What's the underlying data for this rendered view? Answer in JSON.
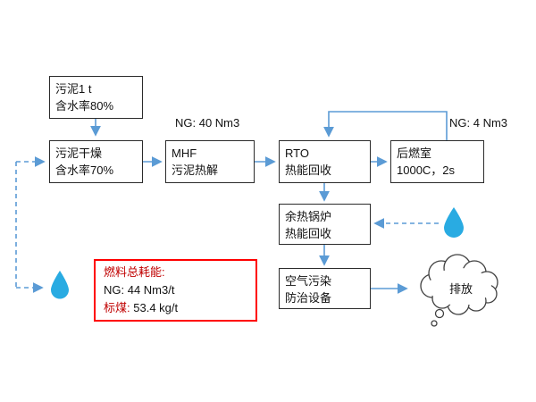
{
  "diagram": {
    "boxes": {
      "sludge_input": {
        "line1": "污泥1 t",
        "line2": "含水率80%"
      },
      "sludge_drying": {
        "line1": "污泥干燥",
        "line2": "含水率70%"
      },
      "mhf": {
        "line1": "MHF",
        "line2": "污泥热解"
      },
      "rto": {
        "line1": "RTO",
        "line2": "热能回收"
      },
      "afterburner": {
        "line1": "后燃室",
        "line2": "1000C，2s"
      },
      "waste_heat_boiler": {
        "line1": "余热锅炉",
        "line2": "热能回收"
      },
      "air_pollution_ctrl": {
        "line1": "空气污染",
        "line2": "防治设备"
      }
    },
    "labels": {
      "ng_mhf": "NG: 40 Nm3",
      "ng_afterburner": "NG: 4 Nm3"
    },
    "fuel_summary": {
      "title": "燃料总耗能:",
      "ng": "NG: 44 Nm3/t",
      "coal_label": "标煤:",
      "coal_value": "53.4 kg/t"
    },
    "cloud": {
      "label": "排放"
    },
    "icons": {
      "left_droplet": "water-droplet",
      "right_droplet": "water-droplet",
      "cloud": "emission-cloud"
    },
    "colors": {
      "arrow_blue": "#5B9BD5",
      "droplet_blue": "#29ABE2",
      "highlight_border": "#FF0000",
      "highlight_text": "#C00000",
      "box_border": "#2B2B2B"
    }
  }
}
